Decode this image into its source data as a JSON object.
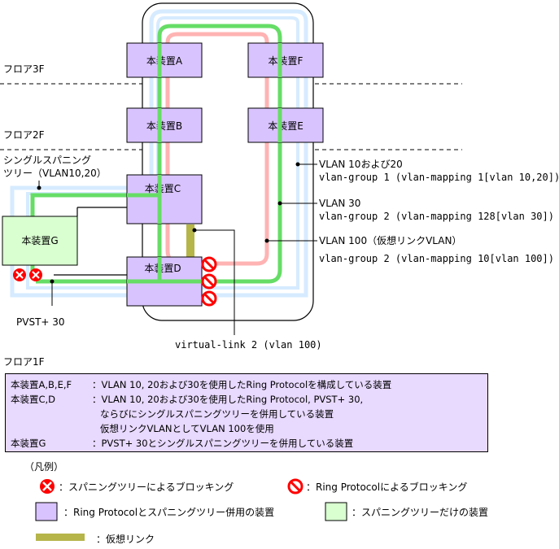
{
  "floors": {
    "f3": "フロア3F",
    "f2": "フロア2F",
    "f1": "フロア1F"
  },
  "devices": {
    "a": "本装置A",
    "b": "本装置B",
    "c": "本装置C",
    "d": "本装置D",
    "e": "本装置E",
    "f": "本装置F",
    "g": "本装置G"
  },
  "labels": {
    "single_stp_line1": "シングルスパニング",
    "single_stp_line2": "ツリー（VLAN10,20）",
    "vlan1020": "VLAN 10および20",
    "vlan1020_group": "vlan-group 1 (vlan-mapping 1[vlan 10,20])",
    "vlan30": "VLAN 30",
    "vlan30_group": "vlan-group 2 (vlan-mapping 128[vlan 30])",
    "vlan100": "VLAN 100（仮想リンクVLAN）",
    "vlan100_group": "vlan-group 2 (vlan-mapping 10[vlan 100])",
    "pvst": "PVST+ 30",
    "virtual_link": "virtual-link 2 (vlan 100)"
  },
  "notes": [
    {
      "key": "本装置A,B,E,F",
      "value": "：VLAN 10, 20および30を使用したRing Protocolを構成している装置"
    },
    {
      "key": "本装置C,D",
      "value": "：VLAN 10, 20および30を使用したRing Protocol, PVST+ 30,"
    },
    {
      "key": "",
      "value": "ならびにシングルスパニングツリーを併用している装置"
    },
    {
      "key": "",
      "value": "仮想リンクVLANとしてVLAN 100を使用"
    },
    {
      "key": "本装置G",
      "value": "：PVST+ 30とシングルスパニングツリーを併用している装置"
    }
  ],
  "legend": {
    "title": "（凡例）",
    "stp_block": "：スパニングツリーによるブロッキング",
    "ring_block": "：Ring Protocolによるブロッキング",
    "combined_device": "：Ring Protocolとスパニングツリー併用の装置",
    "stp_only_device": "：スパニングツリーだけの装置",
    "virtual_link": "：仮想リンク"
  },
  "colors": {
    "ring_green": "#66dd66",
    "vlan100_pink": "#ffb3b3",
    "stp_blue": "#d6ebff",
    "device_purple": "#d9c3ff",
    "device_green": "#d9ffd0",
    "virtual_link": "#b5b54a",
    "block_red": "#ff0000"
  }
}
